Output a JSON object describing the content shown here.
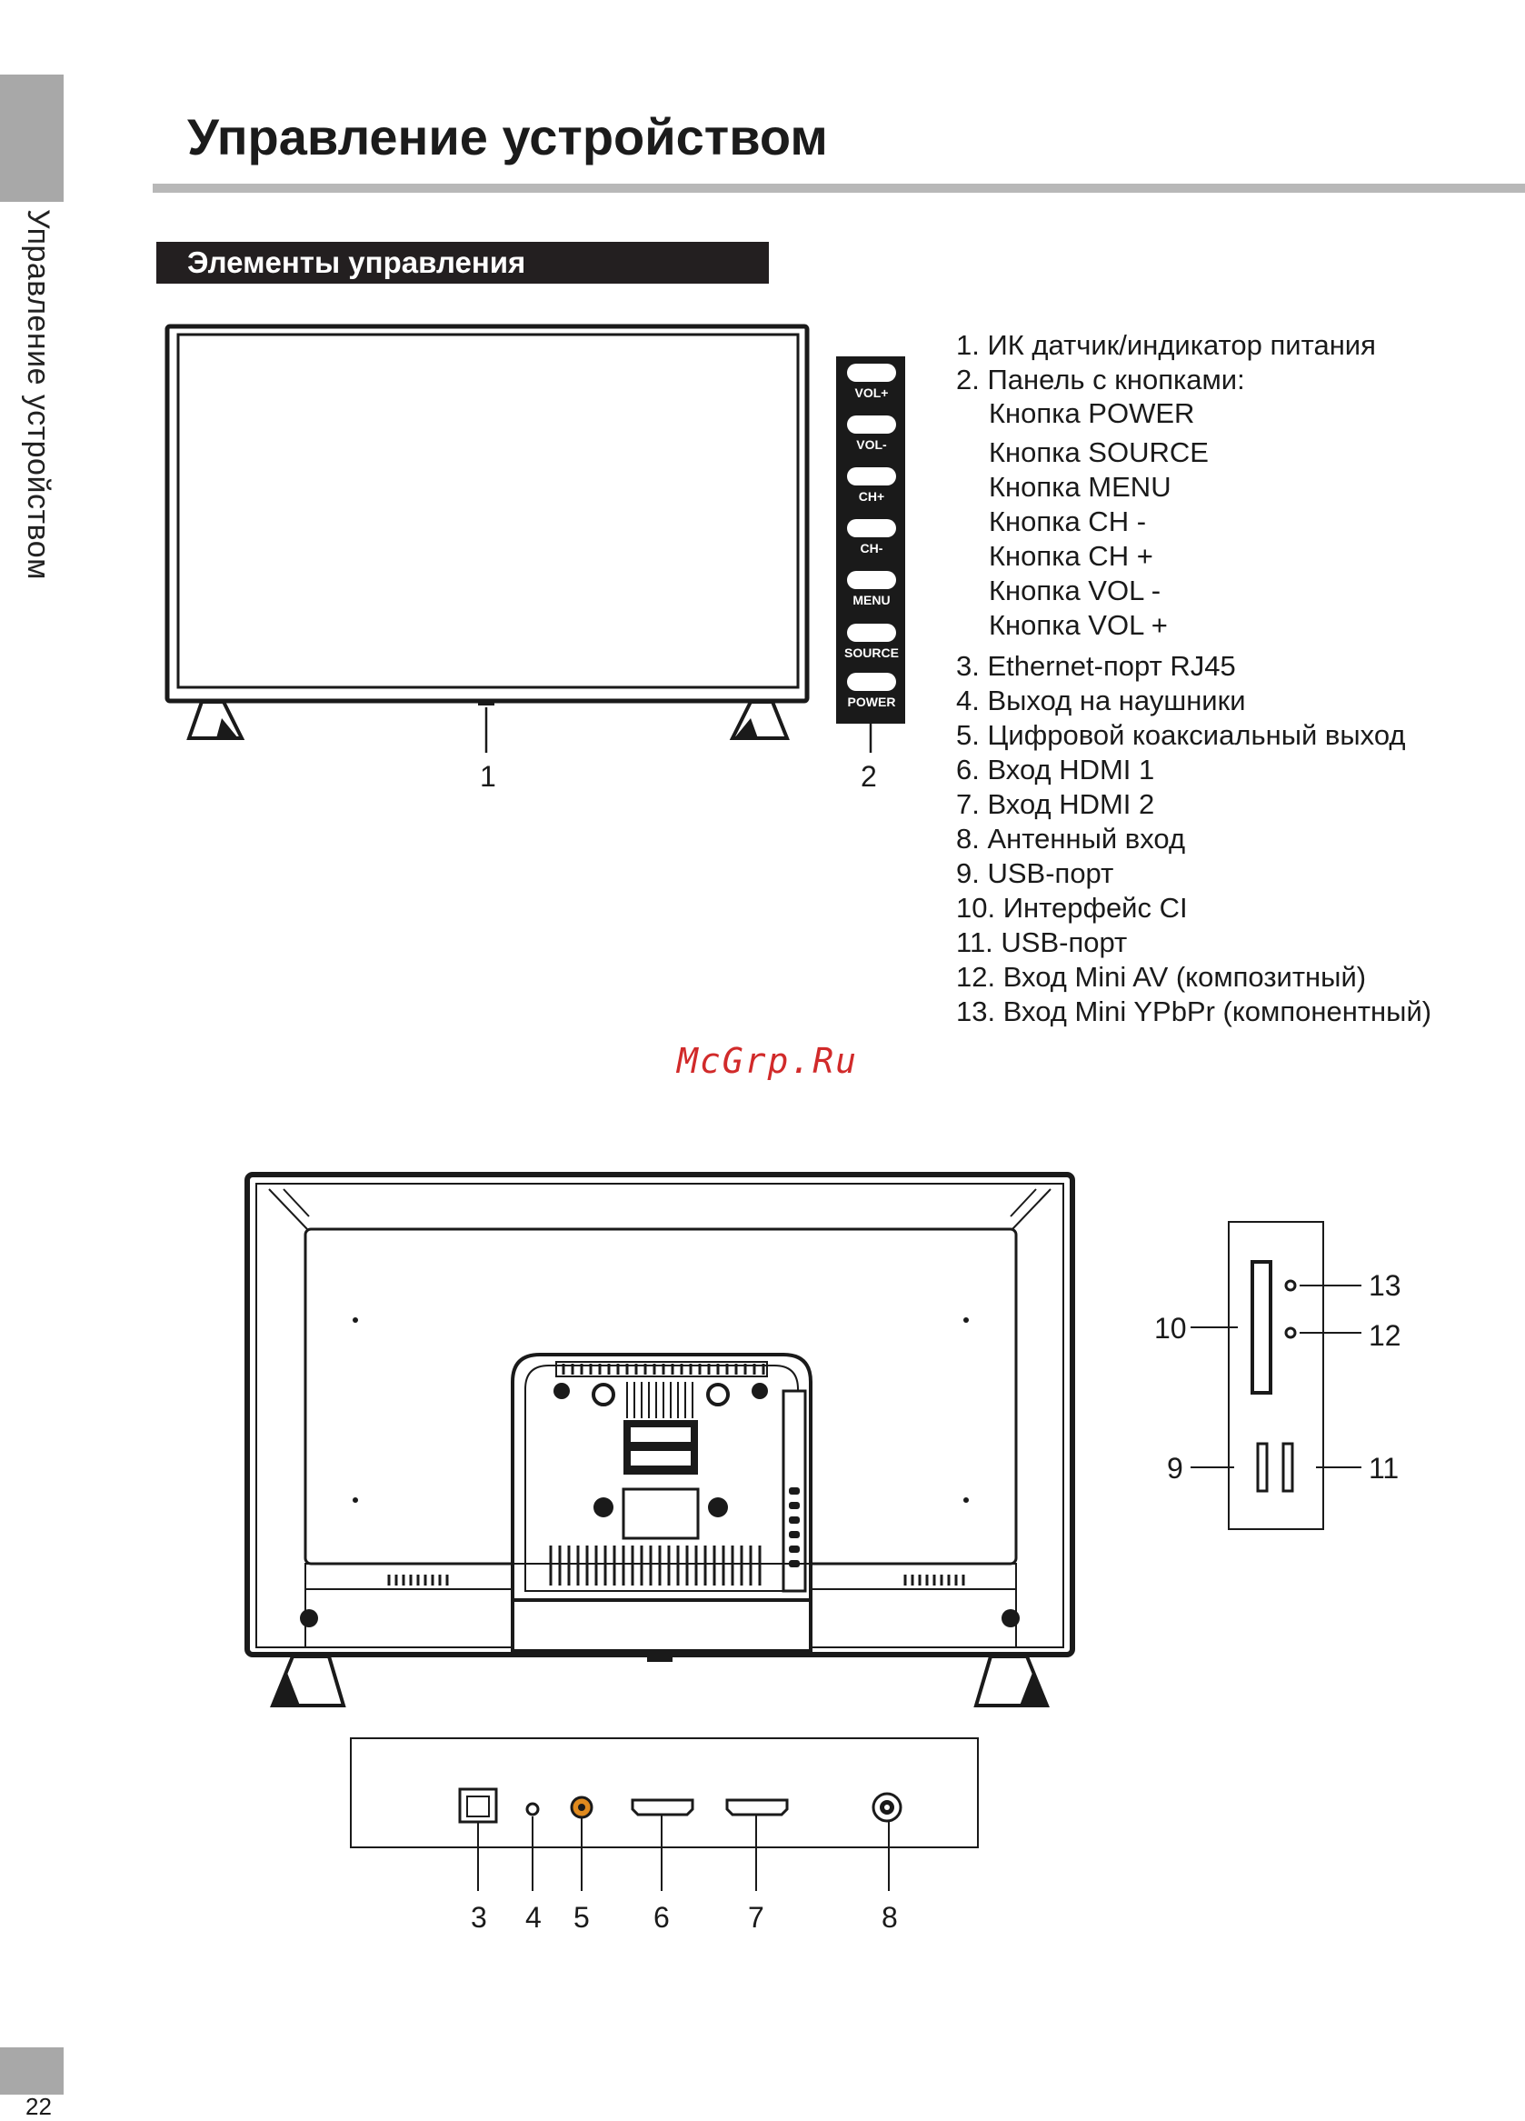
{
  "sidebar": {
    "section_name": "Управление устройством"
  },
  "header": {
    "title": "Управление устройством"
  },
  "section": {
    "title": "Элементы управления"
  },
  "button_panel": {
    "buttons": [
      "VOL+",
      "VOL-",
      "CH+",
      "CH-",
      "MENU",
      "SOURCE",
      "POWER"
    ]
  },
  "front_callouts": {
    "ir": "1",
    "panel": "2"
  },
  "legend": {
    "items": [
      "1. ИК датчик/индикатор питания",
      "2. Панель с кнопками:",
      "Кнопка POWER",
      "Кнопка SOURCE",
      "Кнопка MENU",
      "Кнопка CH -",
      "Кнопка CH +",
      "Кнопка VOL -",
      "Кнопка VOL +",
      "3. Ethernet-порт RJ45",
      "4. Выход на наушники",
      "5. Цифровой коаксиальный выход",
      "6. Вход HDMI 1",
      "7. Вход HDMI 2",
      "8. Антенный вход",
      "9. USB-порт",
      "10. Интерфейс CI",
      "11. USB-порт",
      "12. Вход Mini AV (композитный)",
      "13. Вход Mini YPbPr (компонентный)"
    ]
  },
  "watermark": "McGrp.Ru",
  "side_callouts": {
    "n13": "13",
    "n12": "12",
    "n10": "10",
    "n9": "9",
    "n11": "11"
  },
  "bottom_callouts": {
    "n3": "3",
    "n4": "4",
    "n5": "5",
    "n6": "6",
    "n7": "7",
    "n8": "8"
  },
  "footer": {
    "page_number": "22"
  }
}
